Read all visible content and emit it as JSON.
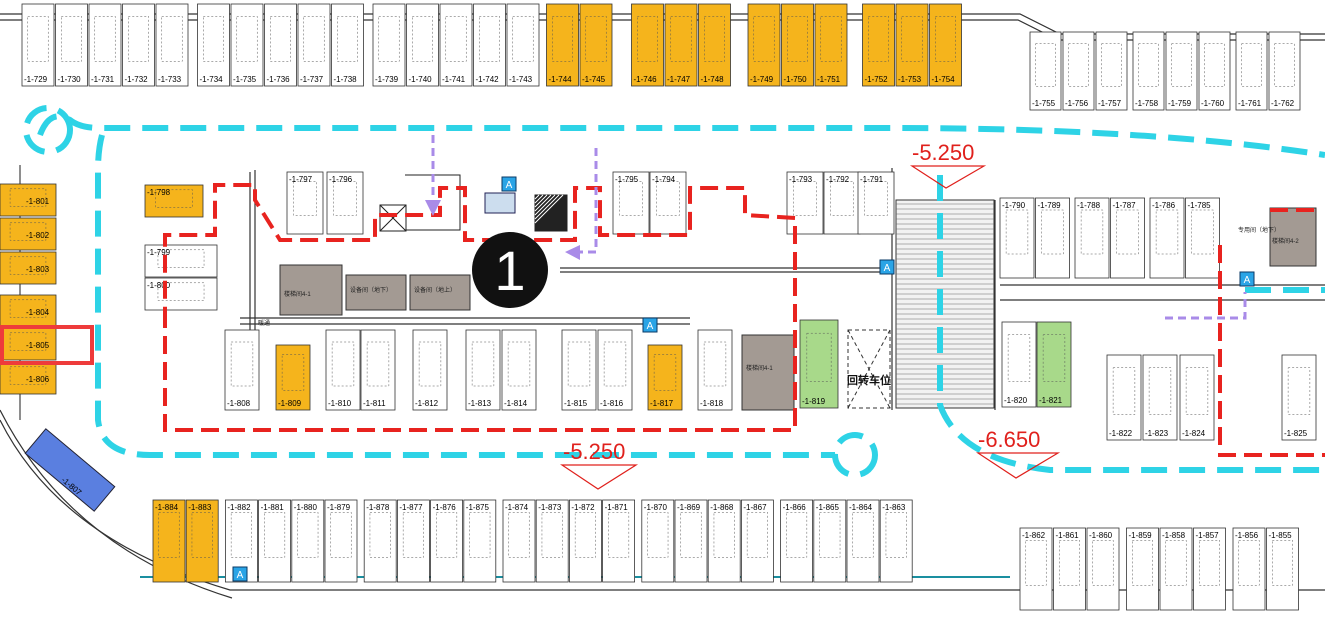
{
  "map": {
    "building_marker": "1",
    "elevations": [
      "-5.250",
      "-5.250",
      "-6.650"
    ],
    "turnaround_label": "回转车位",
    "room_labels": [
      "楼梯间4-1",
      "设备间（地下）",
      "设备间（地上）",
      "楼梯间4-1",
      "楼梯间4-2",
      "专用间（地下）",
      "暖通"
    ],
    "accessible_marker": "A",
    "highlighted_slot": "-1-805",
    "colors": {
      "standard_slot": "#ffffff",
      "large_slot": "#f5b41c",
      "accessible_slot": "#a8d98a",
      "room_fill": "#a39a93",
      "highlight": "#ee3b3b",
      "drive_path": "#2ed3e6",
      "boundary": "#e8231f",
      "arrow": "#a98be8",
      "angled_slot": "#5a7fe0"
    }
  },
  "slots": {
    "top_row": [
      "-1-729",
      "-1-730",
      "-1-731",
      "-1-732",
      "-1-733",
      "-1-734",
      "-1-735",
      "-1-736",
      "-1-737",
      "-1-738",
      "-1-739",
      "-1-740",
      "-1-741",
      "-1-742",
      "-1-743",
      "-1-744",
      "-1-745",
      "-1-746",
      "-1-747",
      "-1-748",
      "-1-749",
      "-1-750",
      "-1-751",
      "-1-752",
      "-1-753",
      "-1-754"
    ],
    "top_right_row": [
      "-1-755",
      "-1-756",
      "-1-757",
      "-1-758",
      "-1-759",
      "-1-760",
      "-1-761",
      "-1-762"
    ],
    "left_column": [
      "-1-801",
      "-1-802",
      "-1-803",
      "-1-804",
      "-1-805",
      "-1-806"
    ],
    "angled": [
      "-1-807"
    ],
    "inner_top": [
      "-1-797",
      "-1-796",
      "-1-795",
      "-1-794",
      "-1-793",
      "-1-792",
      "-1-791"
    ],
    "inner_left": [
      "-1-798",
      "-1-799",
      "-1-800"
    ],
    "inner_bottom": [
      "-1-808",
      "-1-809",
      "-1-810",
      "-1-811",
      "-1-812",
      "-1-813",
      "-1-814",
      "-1-815",
      "-1-816",
      "-1-817",
      "-1-818",
      "-1-819"
    ],
    "right_upper": [
      "-1-790",
      "-1-789",
      "-1-788",
      "-1-787",
      "-1-786",
      "-1-785"
    ],
    "right_lower": [
      "-1-820",
      "-1-821",
      "-1-822",
      "-1-823",
      "-1-824",
      "-1-825"
    ],
    "bottom_row": [
      "-1-884",
      "-1-883",
      "-1-882",
      "-1-881",
      "-1-880",
      "-1-879",
      "-1-878",
      "-1-877",
      "-1-876",
      "-1-875",
      "-1-874",
      "-1-873",
      "-1-872",
      "-1-871",
      "-1-870",
      "-1-869",
      "-1-868",
      "-1-867",
      "-1-866",
      "-1-865",
      "-1-864",
      "-1-863"
    ],
    "bottom_right_row": [
      "-1-862",
      "-1-861",
      "-1-860",
      "-1-859",
      "-1-858",
      "-1-857",
      "-1-856",
      "-1-855"
    ]
  }
}
